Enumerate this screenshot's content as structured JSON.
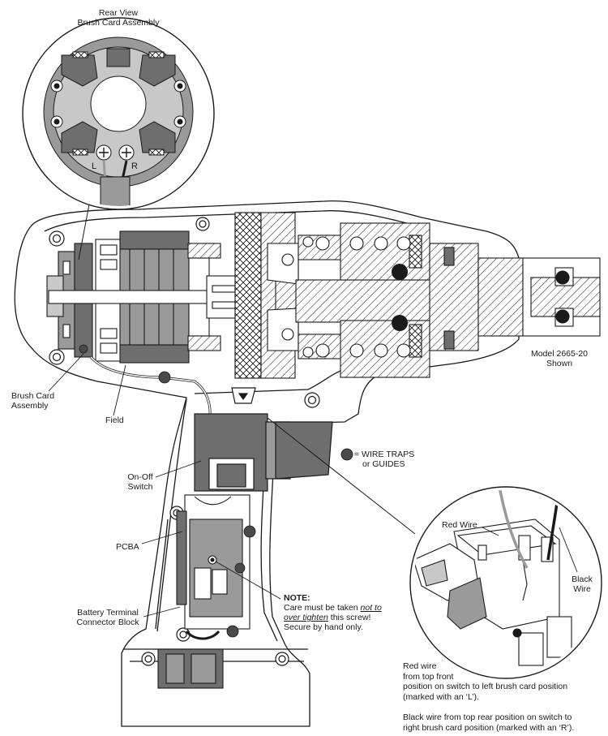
{
  "labels": {
    "rear_view_line1": "Rear View",
    "rear_view_line2": "Brush Card Assembly",
    "brush_card_line1": "Brush Card",
    "brush_card_line2": "Assembly",
    "field": "Field",
    "on_off_line1": "On-Off",
    "on_off_line2": "Switch",
    "pcba": "PCBA",
    "battery_line1": "Battery Terminal",
    "battery_line2": "Connector Block",
    "model_line1": "Model 2665-20",
    "model_line2": "Shown",
    "wire_traps_line1": "= WIRE TRAPS",
    "wire_traps_line2": "or GUIDES",
    "red_wire": "Red Wire",
    "black_wire_line1": "Black",
    "black_wire_line2": "Wire",
    "brush_l": "L",
    "brush_r": "R"
  },
  "note": {
    "title": "NOTE:",
    "line1_pre": "Care must be taken ",
    "line1_em": "not to",
    "line2_em": "over tighten",
    "line2_post": " this screw!",
    "line3": "Secure by hand only."
  },
  "instructions": {
    "red": [
      "Red wire",
      "from top front",
      "position on switch to left brush card position",
      "(marked with an ‘L’)."
    ],
    "black": [
      "Black wire from top rear position on switch to",
      "right brush card position (marked with an ‘R’)."
    ]
  },
  "colors": {
    "line": "#1a1a1a",
    "gray_dark": "#6e6e6e",
    "gray_mid": "#9a9a9a",
    "gray_light": "#c8c8c8",
    "wire_trap": "#4a4a4a"
  }
}
